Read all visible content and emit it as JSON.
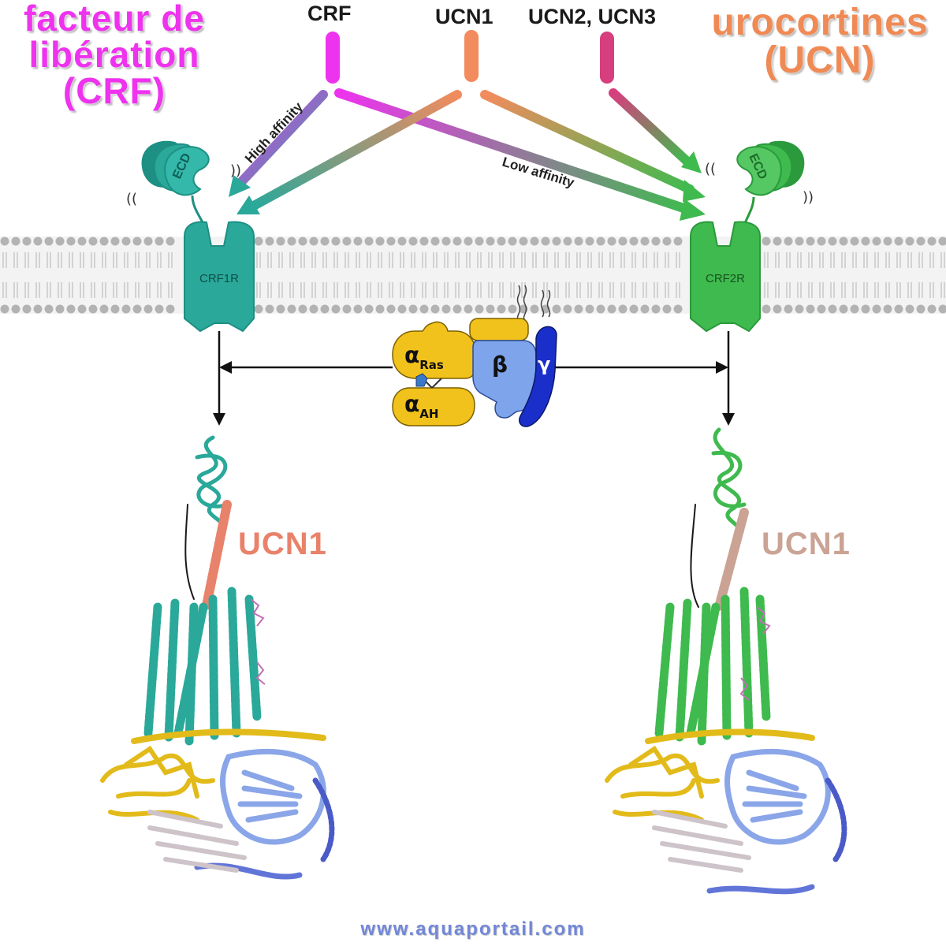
{
  "headline_left": {
    "line1": "facteur de",
    "line2": "libération",
    "line3": "(CRF)",
    "color": "#ee33ee"
  },
  "headline_right": {
    "line1": "urocortines",
    "line2": "(UCN)",
    "color": "#f08a55"
  },
  "ligands": {
    "crf": {
      "label": "CRF",
      "color": "#ee33ee"
    },
    "ucn1": {
      "label": "UCN1",
      "color": "#f28b5e"
    },
    "ucn23": {
      "label": "UCN2, UCN3",
      "color": "#d63e7e"
    }
  },
  "affinity": {
    "high": "High affinity",
    "low": "Low affinity"
  },
  "receptors": {
    "left": {
      "label": "CRF1R",
      "ecd": "ECD",
      "color": "#2aa89a"
    },
    "right": {
      "label": "CRF2R",
      "ecd": "ECD",
      "color": "#3fba4e"
    }
  },
  "gprotein": {
    "alpha_ras": {
      "symbol": "α",
      "sub": "Ras"
    },
    "alpha_ah": {
      "symbol": "α",
      "sub": "AH"
    },
    "beta": "β",
    "gamma": "γ",
    "colors": {
      "alpha": "#f2c21c",
      "beta": "#7ea4ec",
      "gamma": "#1a2fc9"
    }
  },
  "structures": {
    "left_tag": {
      "text": "UCN1",
      "color": "#e8826a"
    },
    "right_tag": {
      "text": "UCN1",
      "color": "#caa394"
    }
  },
  "watermark": "www.aquaportail.com"
}
